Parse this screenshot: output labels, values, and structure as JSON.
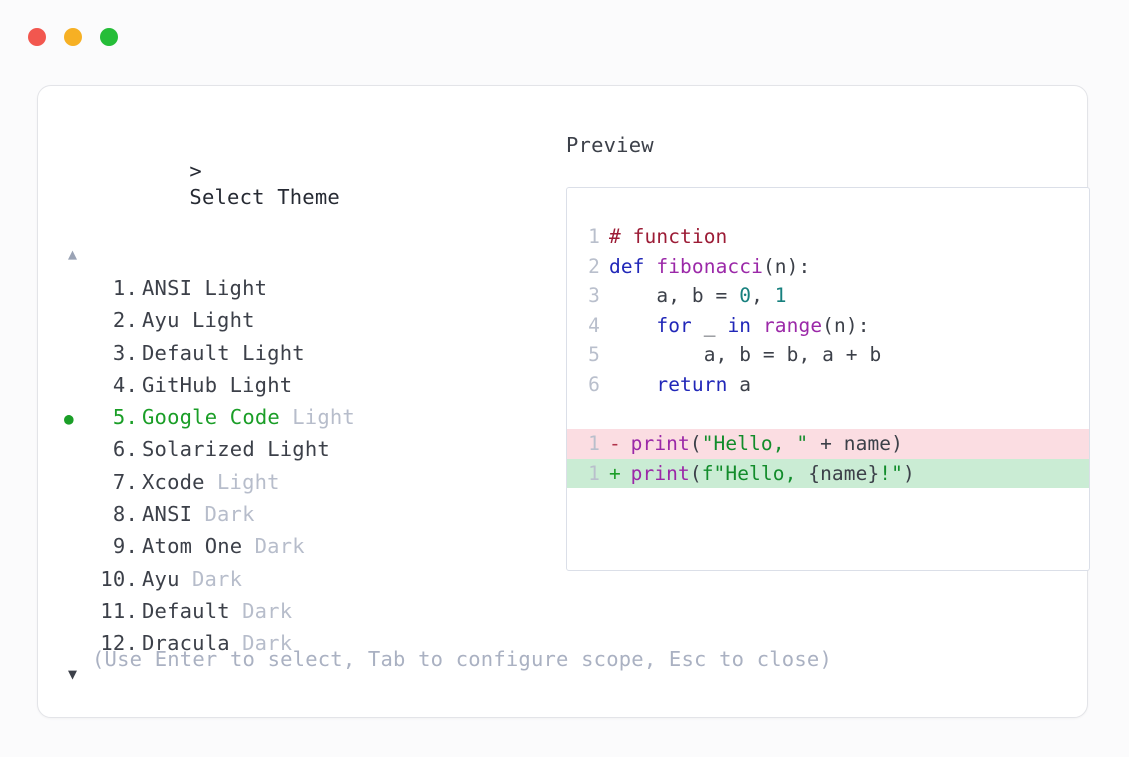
{
  "window": {
    "controls": [
      {
        "name": "close",
        "color": "#f2574f"
      },
      {
        "name": "minimize",
        "color": "#f6b024"
      },
      {
        "name": "maximize",
        "color": "#25bd38"
      }
    ]
  },
  "picker": {
    "caret": ">",
    "title": "Select Theme",
    "scroll_up_icon": "▲",
    "scroll_down_icon": "▼",
    "selected_index": 5,
    "selected_bullet": "●",
    "items": [
      {
        "index": "1.",
        "name": "ANSI",
        "variant": "Light",
        "variant_muted": false,
        "selected": false
      },
      {
        "index": "2.",
        "name": "Ayu",
        "variant": "Light",
        "variant_muted": false,
        "selected": false
      },
      {
        "index": "3.",
        "name": "Default",
        "variant": "Light",
        "variant_muted": false,
        "selected": false
      },
      {
        "index": "4.",
        "name": "GitHub",
        "variant": "Light",
        "variant_muted": false,
        "selected": false
      },
      {
        "index": "5.",
        "name": "Google Code",
        "variant": "Light",
        "variant_muted": true,
        "selected": true
      },
      {
        "index": "6.",
        "name": "Solarized",
        "variant": "Light",
        "variant_muted": false,
        "selected": false
      },
      {
        "index": "7.",
        "name": "Xcode",
        "variant": "Light",
        "variant_muted": true,
        "selected": false
      },
      {
        "index": "8.",
        "name": "ANSI",
        "variant": "Dark",
        "variant_muted": true,
        "selected": false
      },
      {
        "index": "9.",
        "name": "Atom One",
        "variant": "Dark",
        "variant_muted": true,
        "selected": false
      },
      {
        "index": "10.",
        "name": "Ayu",
        "variant": "Dark",
        "variant_muted": true,
        "selected": false
      },
      {
        "index": "11.",
        "name": "Default",
        "variant": "Dark",
        "variant_muted": true,
        "selected": false
      },
      {
        "index": "12.",
        "name": "Dracula",
        "variant": "Dark",
        "variant_muted": true,
        "selected": false
      }
    ],
    "hint": "(Use Enter to select, Tab to configure scope, Esc to close)"
  },
  "preview": {
    "label": "Preview",
    "code_lines": [
      {
        "number": "1",
        "tokens": [
          {
            "text": "# function",
            "type": "comment"
          }
        ]
      },
      {
        "number": "2",
        "tokens": [
          {
            "text": "def ",
            "type": "keyword"
          },
          {
            "text": "fibonacci",
            "type": "func"
          },
          {
            "text": "(n):",
            "type": "plain"
          }
        ]
      },
      {
        "number": "3",
        "tokens": [
          {
            "text": "    a, b = ",
            "type": "plain"
          },
          {
            "text": "0",
            "type": "number"
          },
          {
            "text": ", ",
            "type": "plain"
          },
          {
            "text": "1",
            "type": "number"
          }
        ]
      },
      {
        "number": "4",
        "tokens": [
          {
            "text": "    ",
            "type": "plain"
          },
          {
            "text": "for",
            "type": "keyword"
          },
          {
            "text": " _ ",
            "type": "plain"
          },
          {
            "text": "in",
            "type": "keyword"
          },
          {
            "text": " ",
            "type": "plain"
          },
          {
            "text": "range",
            "type": "func"
          },
          {
            "text": "(n):",
            "type": "plain"
          }
        ]
      },
      {
        "number": "5",
        "tokens": [
          {
            "text": "        a, b = b, a + b",
            "type": "plain"
          }
        ]
      },
      {
        "number": "6",
        "tokens": [
          {
            "text": "    ",
            "type": "plain"
          },
          {
            "text": "return",
            "type": "keyword"
          },
          {
            "text": " a",
            "type": "plain"
          }
        ]
      }
    ],
    "diff_lines": [
      {
        "number": "1",
        "kind": "del",
        "sign": "-",
        "tokens": [
          {
            "text": "print",
            "type": "func"
          },
          {
            "text": "(",
            "type": "plain"
          },
          {
            "text": "\"Hello, \"",
            "type": "string"
          },
          {
            "text": " + name)",
            "type": "plain"
          }
        ]
      },
      {
        "number": "1",
        "kind": "add",
        "sign": "+",
        "tokens": [
          {
            "text": "print",
            "type": "func"
          },
          {
            "text": "(",
            "type": "plain"
          },
          {
            "text": "f\"Hello, ",
            "type": "string"
          },
          {
            "text": "{name}",
            "type": "plain"
          },
          {
            "text": "!\"",
            "type": "string"
          },
          {
            "text": ")",
            "type": "plain"
          }
        ]
      }
    ]
  },
  "colors": {
    "accent_selected": "#1a9e27",
    "diff_del_bg": "#fbdde2",
    "diff_add_bg": "#caecd4",
    "muted_text": "#b7bdcb",
    "body_text": "#3c4049"
  }
}
